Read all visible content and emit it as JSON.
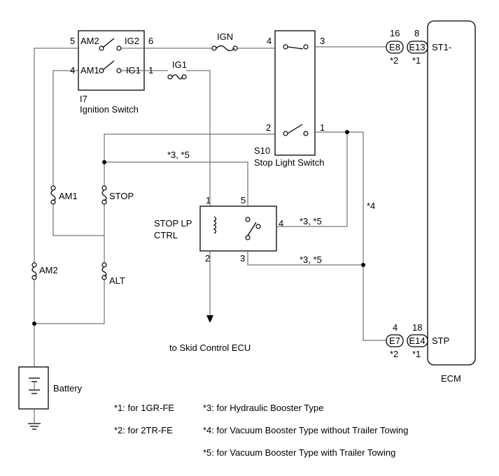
{
  "ignition_switch": {
    "id": "I7",
    "name": "Ignition Switch",
    "pin_am2": "AM2",
    "pin_ig2": "IG2",
    "pin_am1": "AM1",
    "pin_ig1": "IG1",
    "n_am2": "5",
    "n_ig2": "6",
    "n_am1": "4",
    "n_ig1": "1"
  },
  "fuses": {
    "ign": "IGN",
    "ig1": "IG1",
    "am1": "AM1",
    "stop": "STOP",
    "am2": "AM2",
    "alt": "ALT"
  },
  "stop_light_switch": {
    "id": "S10",
    "name": "Stop Light Switch",
    "p4": "4",
    "p3": "3",
    "p2": "2",
    "p1": "1"
  },
  "relay": {
    "name1": "STOP LP",
    "name2": "CTRL",
    "p1": "1",
    "p2": "2",
    "p3": "3",
    "p4": "4",
    "p5": "5"
  },
  "labels": {
    "n35a": "*3, *5",
    "n35b": "*3, *5",
    "n35c": "*3, *5",
    "n4": "*4",
    "skid": "to Skid Control ECU",
    "battery": "Battery"
  },
  "connectors": {
    "e8": "E8",
    "e8_pin": "16",
    "e8_note": "*2",
    "e13": "E13",
    "e13_pin": "8",
    "e13_note": "*1",
    "e7": "E7",
    "e7_pin": "4",
    "e7_note": "*2",
    "e14": "E14",
    "e14_pin": "18",
    "e14_note": "*1"
  },
  "ecm": {
    "name": "ECM",
    "st1": "ST1-",
    "stp": "STP"
  },
  "notes": {
    "n1": "*1: for 1GR-FE",
    "n2": "*2: for 2TR-FE",
    "n3": "*3: for Hydraulic Booster Type",
    "n4": "*4: for Vacuum Booster Type without Trailer Towing",
    "n5": "*5: for Vacuum Booster Type with Trailer Towing"
  }
}
